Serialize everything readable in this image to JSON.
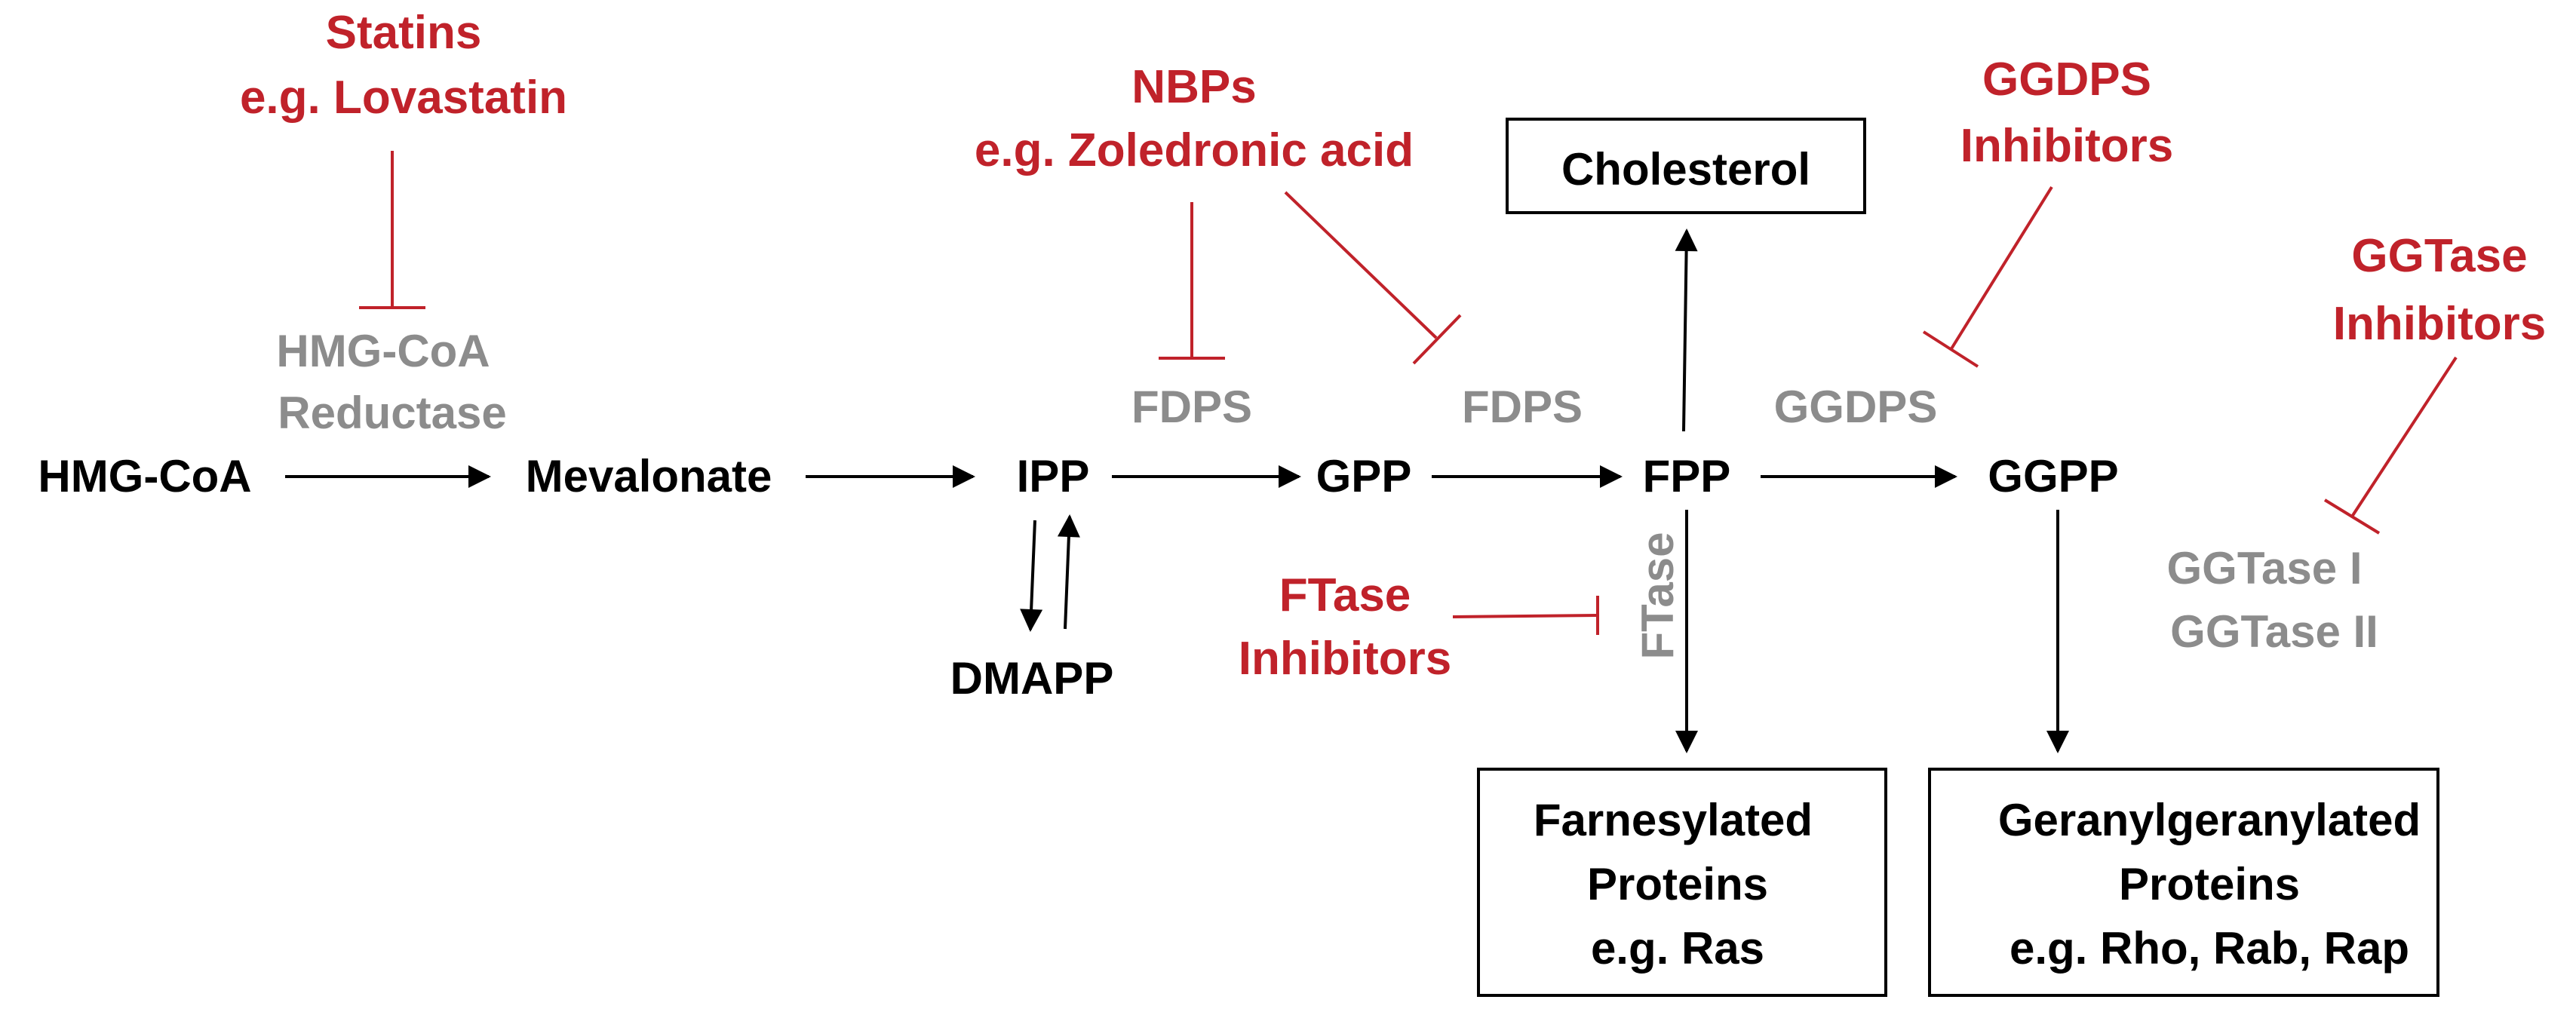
{
  "colors": {
    "metabolite": "#000000",
    "enzyme": "#8c8c8c",
    "inhibitor": "#c0222a"
  },
  "metabolites": {
    "hmgcoa": "HMG-CoA",
    "mevalonate": "Mevalonate",
    "ipp": "IPP",
    "dmapp": "DMAPP",
    "gpp": "GPP",
    "fpp": "FPP",
    "ggpp": "GGPP"
  },
  "enzymes": {
    "hmgcr_line1": "HMG-CoA",
    "hmgcr_line2": "Reductase",
    "fdps_1": "FDPS",
    "fdps_2": "FDPS",
    "ggdps": "GGDPS",
    "ftase": "FTase",
    "ggtase_1": "GGTase I",
    "ggtase_2": "GGTase II"
  },
  "inhibitors": {
    "statins_line1": "Statins",
    "statins_line2": "e.g. Lovastatin",
    "nbps_line1": "NBPs",
    "nbps_line2": "e.g. Zoledronic acid",
    "ggdps_line1": "GGDPS",
    "ggdps_line2": "Inhibitors",
    "ggtase_line1": "GGTase",
    "ggtase_line2": "Inhibitors",
    "ftase_line1": "FTase",
    "ftase_line2": "Inhibitors"
  },
  "products": {
    "cholesterol": "Cholesterol",
    "farnesylated_line1": "Farnesylated",
    "farnesylated_line2": "Proteins",
    "farnesylated_line3": "e.g. Ras",
    "geranyl_line1": "Geranylgeranylated",
    "geranyl_line2": "Proteins",
    "geranyl_line3": "e.g. Rho, Rab, Rap"
  }
}
